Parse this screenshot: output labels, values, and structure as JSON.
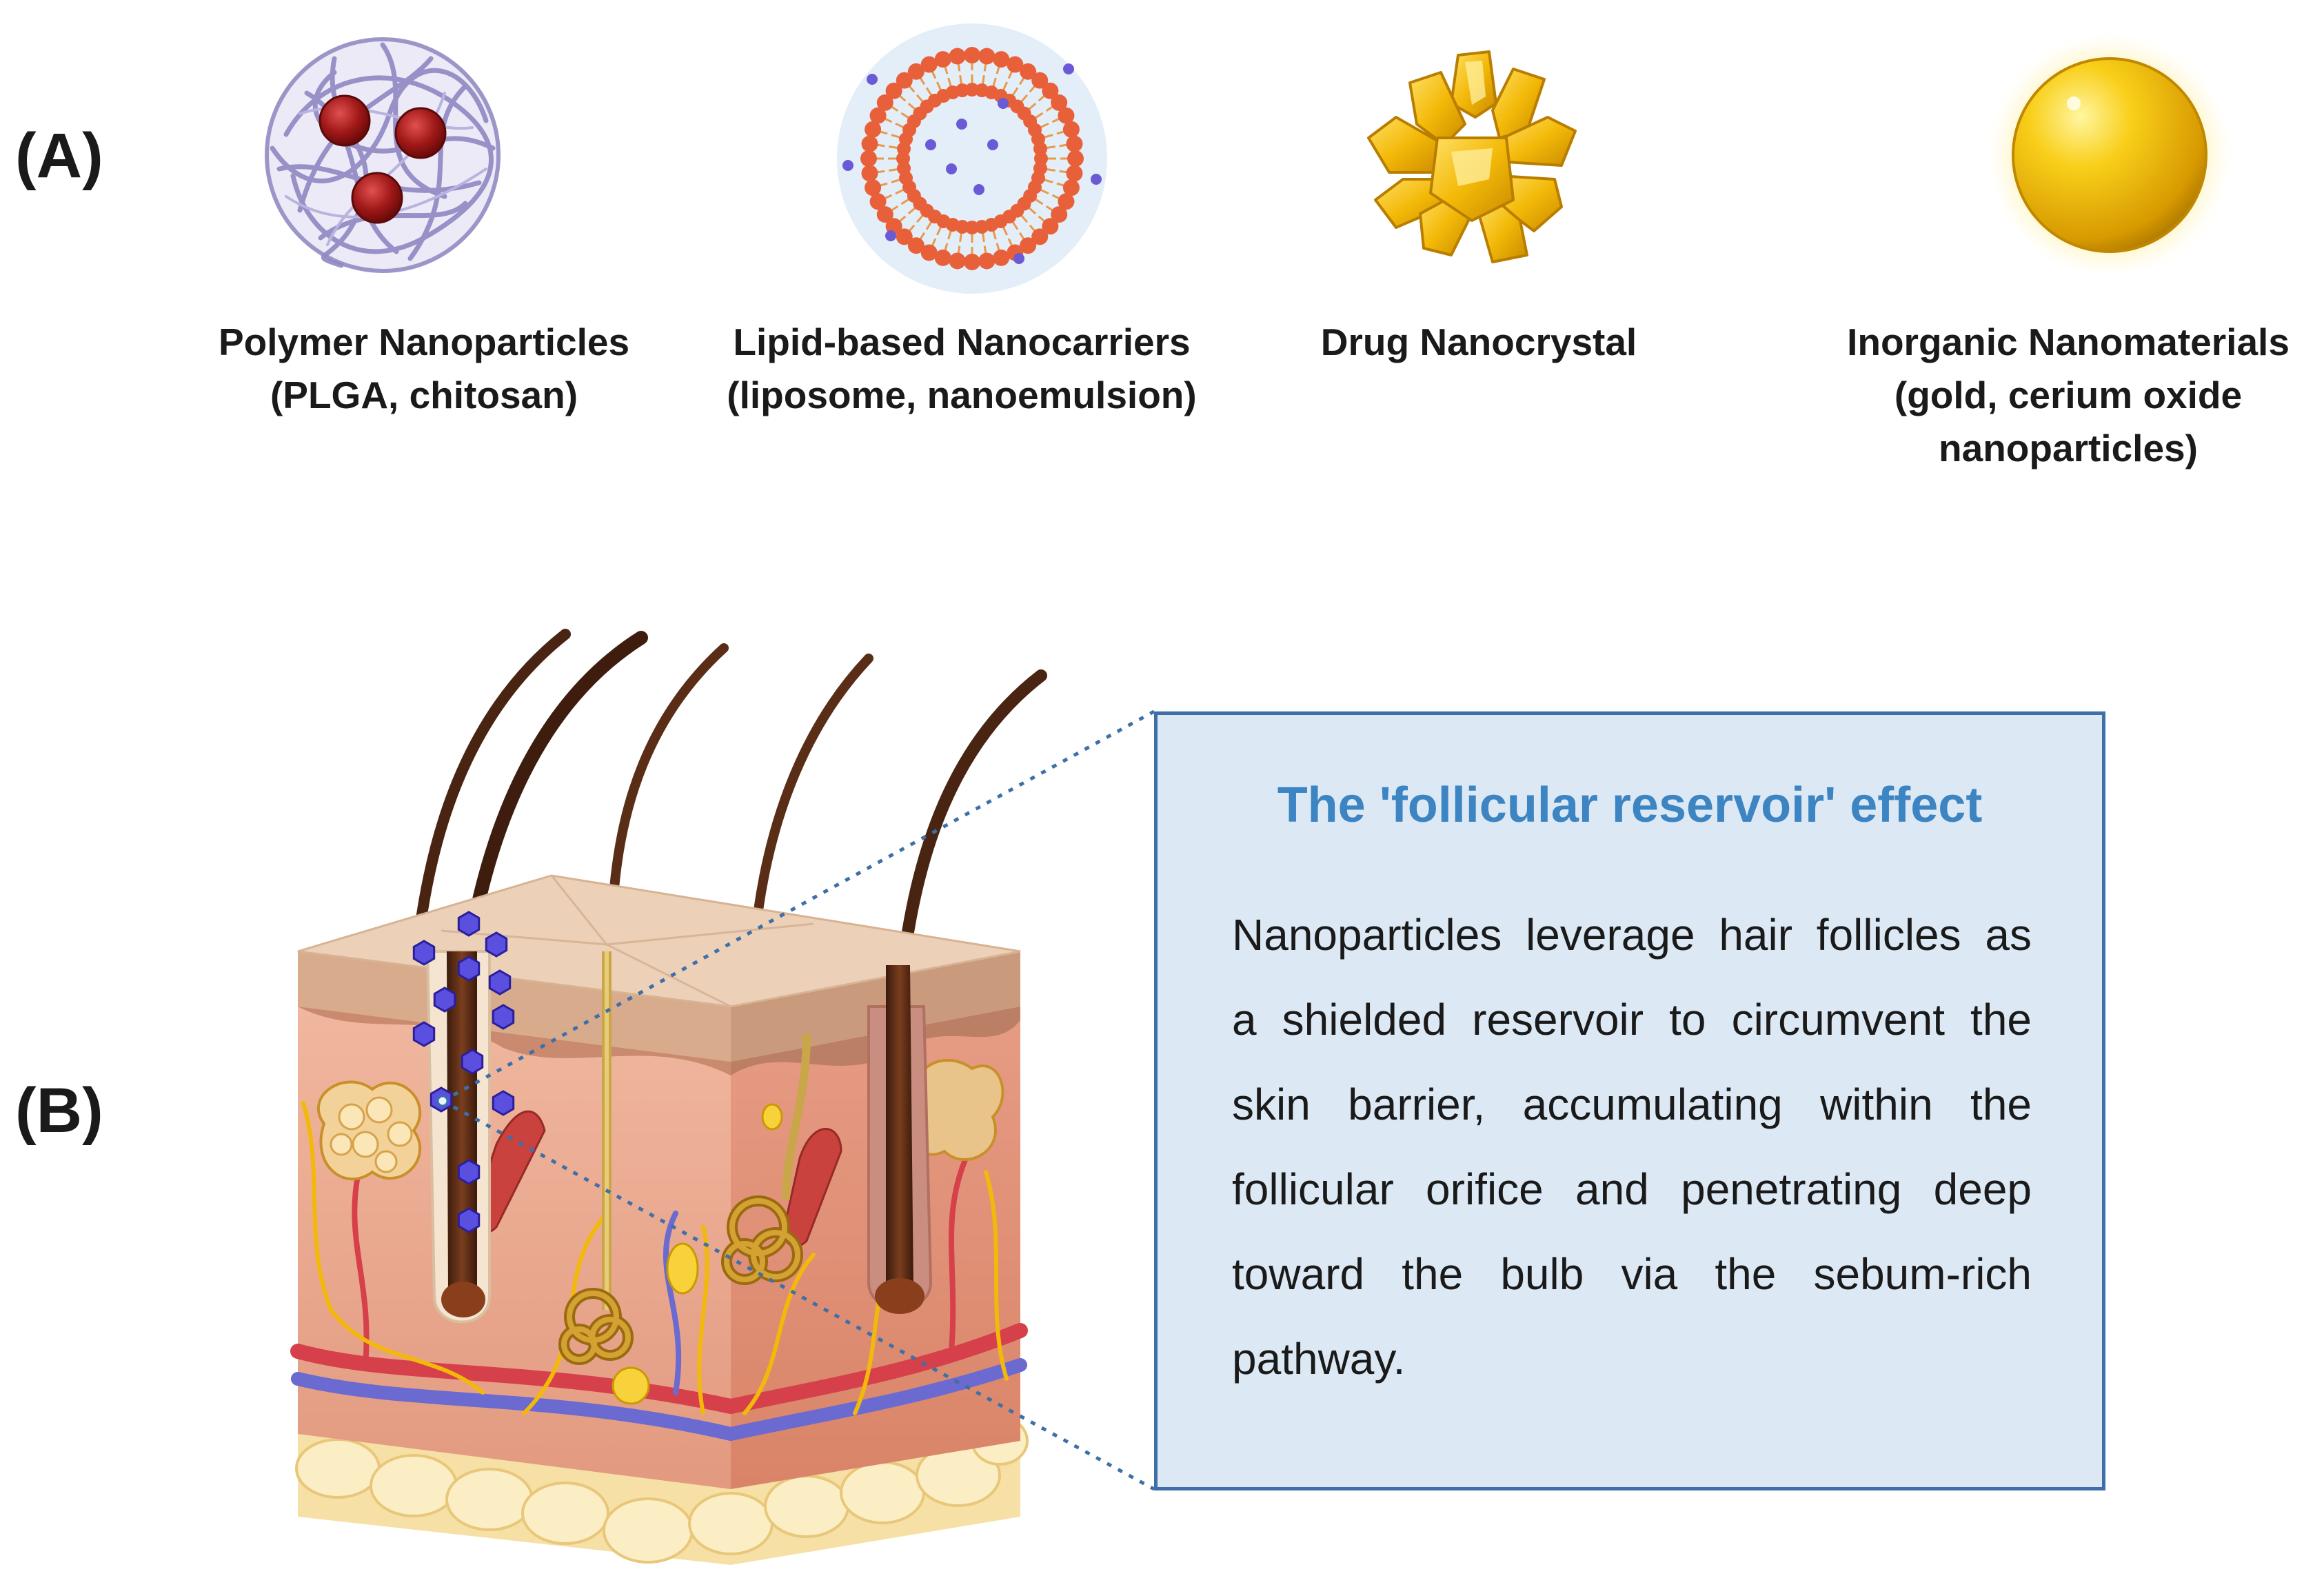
{
  "panels": {
    "a": "(A)",
    "b": "(B)"
  },
  "nanomaterials": [
    {
      "icon": "polymer-nanoparticle-icon",
      "line1": "Polymer Nanoparticles",
      "line2": "(PLGA, chitosan)",
      "line3": ""
    },
    {
      "icon": "liposome-icon",
      "line1": "Lipid-based Nanocarriers",
      "line2": "(liposome, nanoemulsion)",
      "line3": ""
    },
    {
      "icon": "nanocrystal-icon",
      "line1": "Drug Nanocrystal",
      "line2": "",
      "line3": ""
    },
    {
      "icon": "gold-nanoparticle-icon",
      "line1": "Inorganic Nanomaterials",
      "line2": "(gold, cerium oxide",
      "line3": "nanoparticles)"
    }
  ],
  "callout": {
    "title": "The 'follicular reservoir' effect",
    "lines": [
      "Nanoparticles leverage hair follicles as",
      "a shielded reservoir to circumvent the",
      "skin barrier, accumulating within the",
      "follicular orifice and penetrating deep",
      "toward the bulb via the sebum-rich",
      "pathway."
    ]
  },
  "colors": {
    "title_blue": "#3c84c2",
    "box_fill": "#dce9f5",
    "box_border": "#3e6fa7",
    "nanoparticle": "#5b4fe0",
    "hair": "#5a2d17",
    "epidermis": "#e6c4a8",
    "dermis": "#e9a98e",
    "fat": "#f6e0a6"
  }
}
